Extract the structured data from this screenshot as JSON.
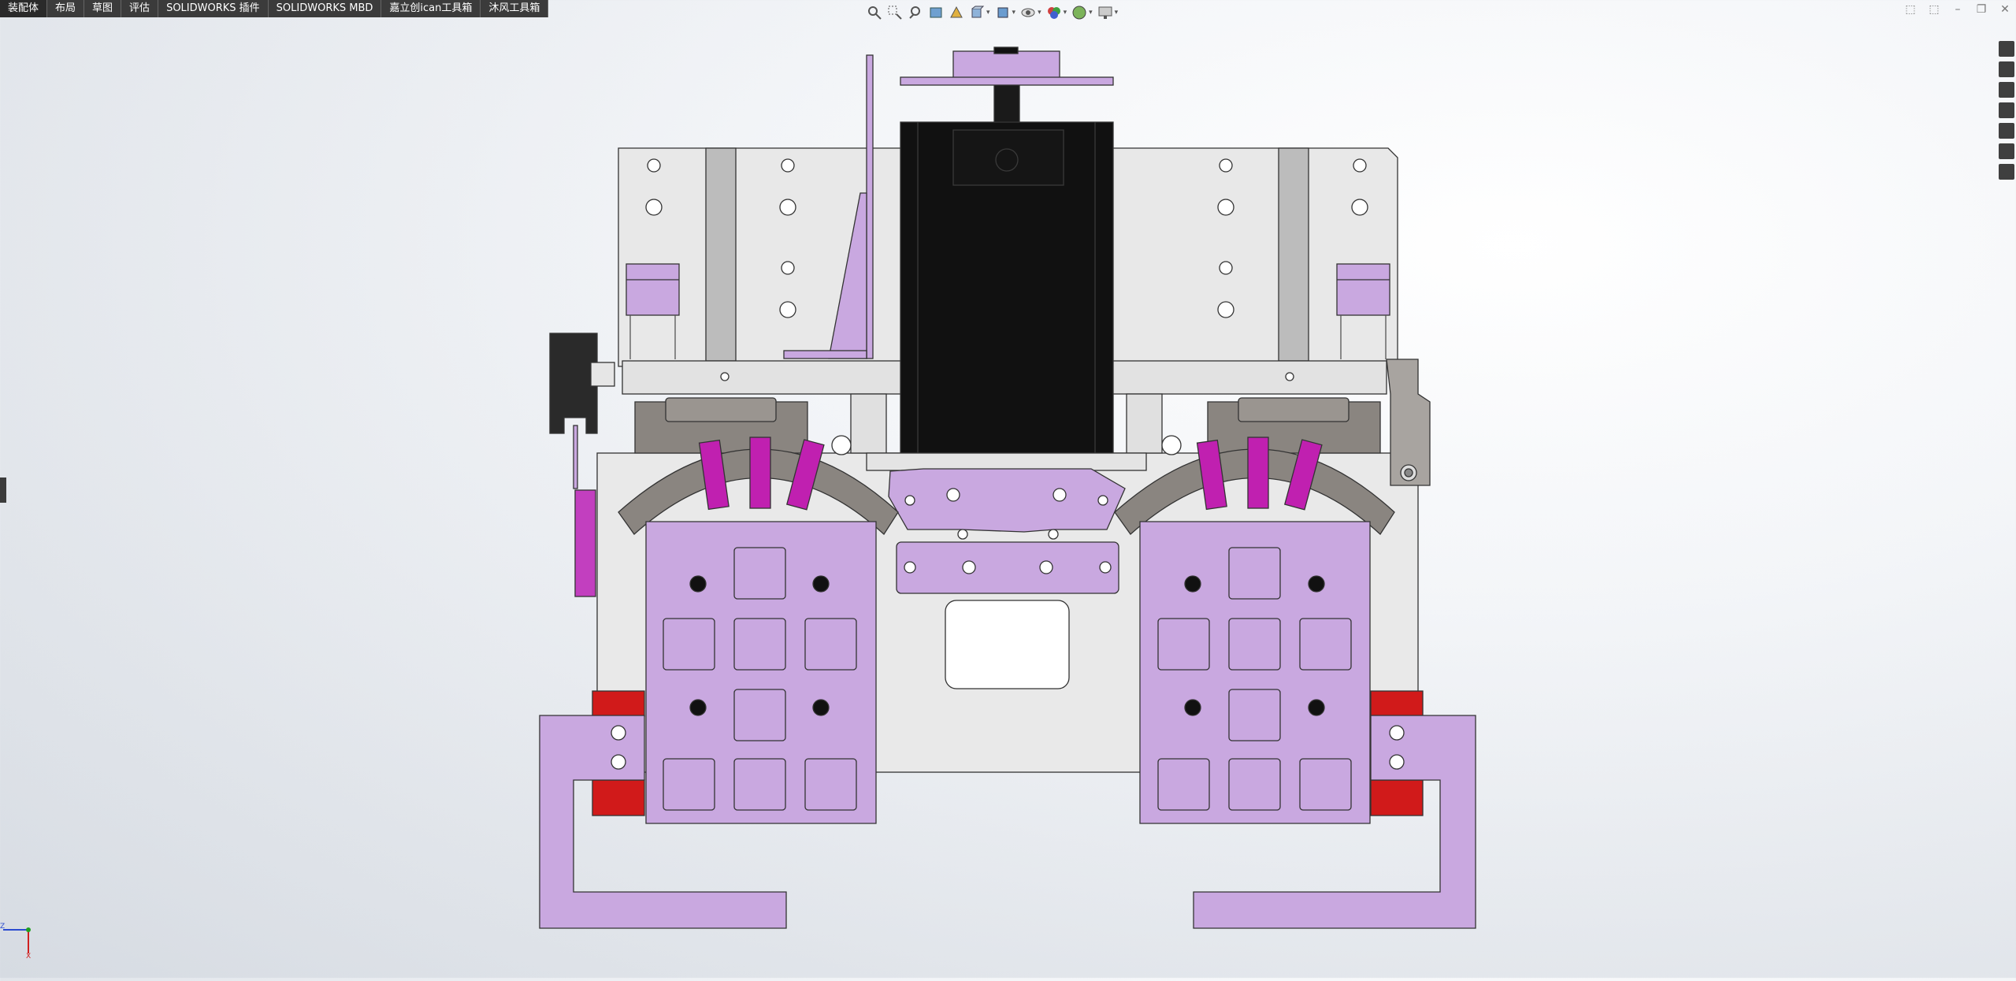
{
  "tabs": [
    "装配体",
    "布局",
    "草图",
    "评估",
    "SOLIDWORKS 插件",
    "SOLIDWORKS MBD",
    "嘉立创ican工具箱",
    "沐风工具箱"
  ],
  "active_tab_index": 0,
  "hud_tools": [
    {
      "icon": "zoom-to-fit-icon"
    },
    {
      "icon": "zoom-to-area-icon"
    },
    {
      "icon": "previous-view-icon"
    },
    {
      "icon": "section-view-icon"
    },
    {
      "icon": "dynamic-annotation-icon"
    },
    {
      "icon": "view-orientation-icon",
      "dropdown": true
    },
    {
      "icon": "display-style-icon",
      "dropdown": true
    },
    {
      "icon": "hide-show-items-icon",
      "dropdown": true
    },
    {
      "icon": "edit-appearance-icon",
      "dropdown": true
    },
    {
      "icon": "apply-scene-icon",
      "dropdown": true
    },
    {
      "icon": "view-settings-icon",
      "dropdown": true
    }
  ],
  "window_controls": [
    "tile-icon",
    "tile-icon",
    "minimize-icon",
    "restore-icon",
    "close-icon"
  ],
  "task_pane": [
    "home-icon",
    "resources-icon",
    "design-library-icon",
    "file-explorer-icon",
    "appearances-icon",
    "custom-properties-icon",
    "solidworks-forum-icon"
  ],
  "colors": {
    "part_light_gray": "#e6e6e6",
    "part_mid_gray": "#bdbdbd",
    "part_dark_gray": "#8a8580",
    "lilac": "#c9a8e0",
    "magenta": "#c020b0",
    "black": "#111111",
    "red": "#d11a1a"
  },
  "triad": {
    "z_label": "Z",
    "x_label": "X"
  }
}
